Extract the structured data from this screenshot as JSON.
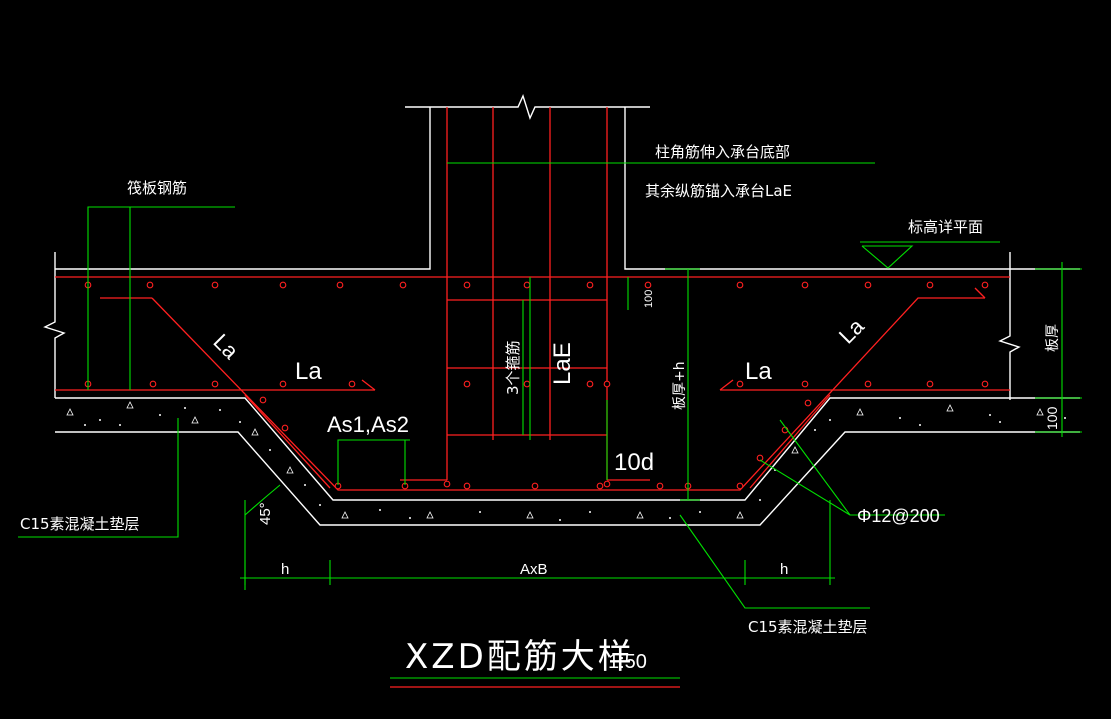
{
  "drawing": {
    "title": "XZD配筋大样",
    "scale": "1:50",
    "background_color": "#000000",
    "colors": {
      "outline": "#ffffff",
      "rebar": "#ff2020",
      "dimension": "#00e000"
    }
  },
  "labels": {
    "raft_rebar": "筏板钢筋",
    "column_corner_rebar": "柱角筋伸入承台底部",
    "other_longitudinal": "其余纵筋锚入承台LaE",
    "elevation_ref": "标高详平面",
    "la_left_diag": "La",
    "la_left": "La",
    "la_right": "La",
    "la_right_diag": "La",
    "as12": "As1,As2",
    "three_stirrups": "3个箍筋",
    "lae": "LaE",
    "ten_d": "10d",
    "dim_100_small": "100",
    "plate_thick_h": "板厚+h",
    "plate_thick": "板厚",
    "dim_100": "100",
    "angle_45": "45°",
    "rebar_spec": "Φ12@200",
    "c15_left": "C15素混凝土垫层",
    "c15_right": "C15素混凝土垫层",
    "dim_h_left": "h",
    "dim_axb": "AxB",
    "dim_h_right": "h"
  }
}
